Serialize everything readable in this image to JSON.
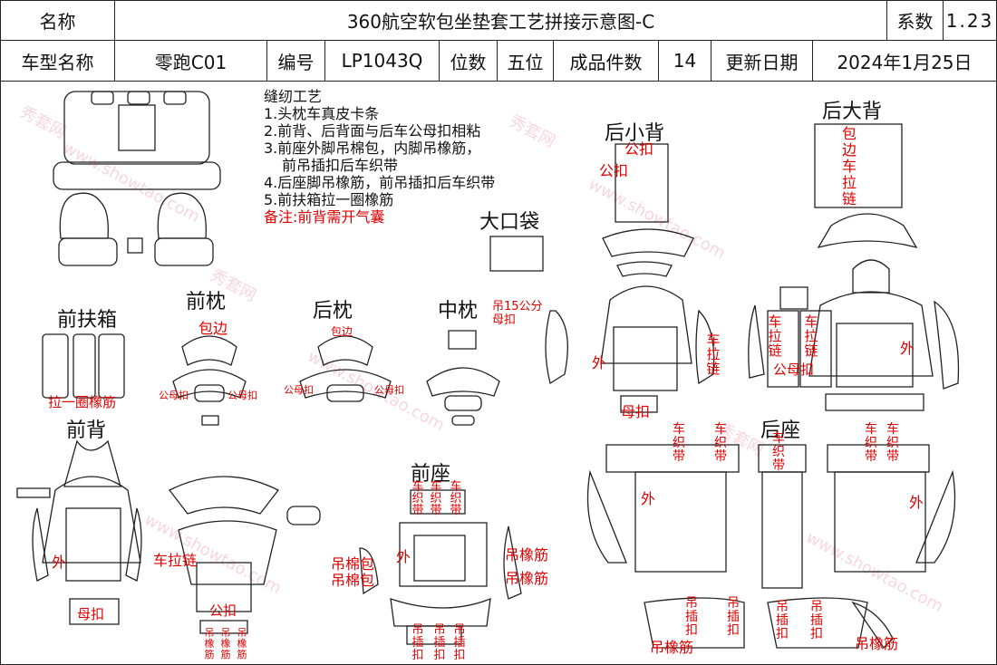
{
  "header": {
    "row1": {
      "name_label": "名称",
      "title": "360航空软包坐垫套工艺拼接示意图-C",
      "coef_label": "系数",
      "coef_value": "1.23"
    },
    "row2": {
      "model_label": "车型名称",
      "model_value": "零跑C01",
      "code_label": "编号",
      "code_value": "LP1043Q",
      "seats_label": "位数",
      "seats_value": "五位",
      "pieces_label": "成品件数",
      "pieces_value": "14",
      "date_label": "更新日期",
      "date_value": "2024年1月25日"
    }
  },
  "process_notes": {
    "title": "缝纫工艺",
    "items": [
      "1.头枕车真皮卡条",
      "2.前背、后背面与后车公母扣相粘",
      "3.前座外脚吊棉包，内脚吊橡筋，",
      "前吊插扣后车织带",
      "4.后座脚吊橡筋，前吊插扣后车织带",
      "5.前扶箱拉一圈橡筋"
    ],
    "remark": "备注:前背需开气囊"
  },
  "section_titles": {
    "big_bag": "大口袋",
    "rear_small_back": "后小背",
    "rear_big_back": "后大背",
    "front_armrest": "前扶箱",
    "front_pillow": "前枕",
    "rear_pillow": "后枕",
    "middle_pillow": "中枕",
    "front_back": "前背",
    "front_seat": "前座",
    "rear_seat": "后座"
  },
  "annotations": {
    "edge_wrap": "包边",
    "snap_male_female": "公母扣",
    "snap_female_15": "吊15公分\n母扣",
    "male_snap": "公扣",
    "female_snap": "母扣",
    "outer": "外",
    "car_zipper": "车拉链",
    "car_woven_strap": "车织带",
    "hang_snap": "吊插扣",
    "hang_elastic": "吊橡筋",
    "hang_cotton_pack": "吊棉包",
    "elastic_loop": "拉一圈橡筋",
    "edge_car_zipper": "包边车拉链"
  },
  "watermark": {
    "brand_cn": "秀套网",
    "brand_url": "www.showtao.com"
  },
  "colors": {
    "annotation_red": "#e00000",
    "line": "#222222",
    "watermark": "#f2b6c6"
  }
}
